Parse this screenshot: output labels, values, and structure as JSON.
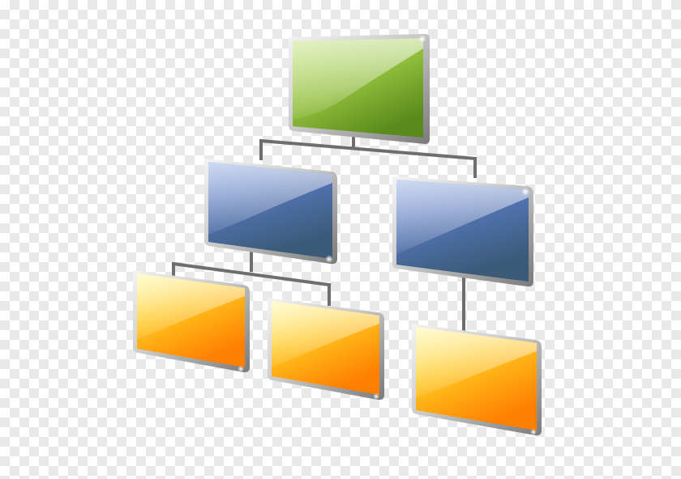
{
  "diagram": {
    "type": "org-chart",
    "colors": {
      "connector": "#6b6b6b",
      "frame_light": "#f2f2f2",
      "frame_dark": "#7c7c7c",
      "root_top": "#a9cf4f",
      "root_bottom": "#5f8f1f",
      "manager_top": "#6f8fd6",
      "manager_bottom": "#3e5f86",
      "staff_top": "#fff27a",
      "staff_bottom": "#ff8c00"
    },
    "nodes": [
      {
        "id": "root",
        "level": 0,
        "parent": null,
        "icon": "green-box"
      },
      {
        "id": "manager-left",
        "level": 1,
        "parent": "root",
        "icon": "blue-box"
      },
      {
        "id": "manager-right",
        "level": 1,
        "parent": "root",
        "icon": "blue-box"
      },
      {
        "id": "staff-1",
        "level": 2,
        "parent": "manager-left",
        "icon": "orange-box"
      },
      {
        "id": "staff-2",
        "level": 2,
        "parent": "manager-left",
        "icon": "orange-box"
      },
      {
        "id": "staff-3",
        "level": 2,
        "parent": "manager-right",
        "icon": "orange-box"
      }
    ]
  }
}
